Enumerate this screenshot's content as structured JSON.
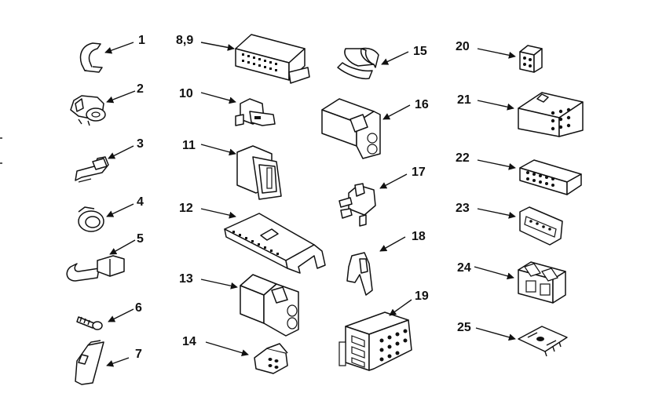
{
  "diagram": {
    "top_fragment": "",
    "callouts": [
      {
        "id": "c1",
        "label": "1"
      },
      {
        "id": "c2",
        "label": "2"
      },
      {
        "id": "c3",
        "label": "3"
      },
      {
        "id": "c4",
        "label": "4"
      },
      {
        "id": "c5",
        "label": "5"
      },
      {
        "id": "c6",
        "label": "6"
      },
      {
        "id": "c7",
        "label": "7"
      },
      {
        "id": "c89",
        "label": "8,9"
      },
      {
        "id": "c10",
        "label": "10"
      },
      {
        "id": "c11",
        "label": "11"
      },
      {
        "id": "c12",
        "label": "12"
      },
      {
        "id": "c13",
        "label": "13"
      },
      {
        "id": "c14",
        "label": "14"
      },
      {
        "id": "c15",
        "label": "15"
      },
      {
        "id": "c16",
        "label": "16"
      },
      {
        "id": "c17",
        "label": "17"
      },
      {
        "id": "c18",
        "label": "18"
      },
      {
        "id": "c19",
        "label": "19"
      },
      {
        "id": "c20",
        "label": "20"
      },
      {
        "id": "c21",
        "label": "21"
      },
      {
        "id": "c22",
        "label": "22"
      },
      {
        "id": "c23",
        "label": "23"
      },
      {
        "id": "c24",
        "label": "24"
      },
      {
        "id": "c25",
        "label": "25"
      }
    ]
  }
}
